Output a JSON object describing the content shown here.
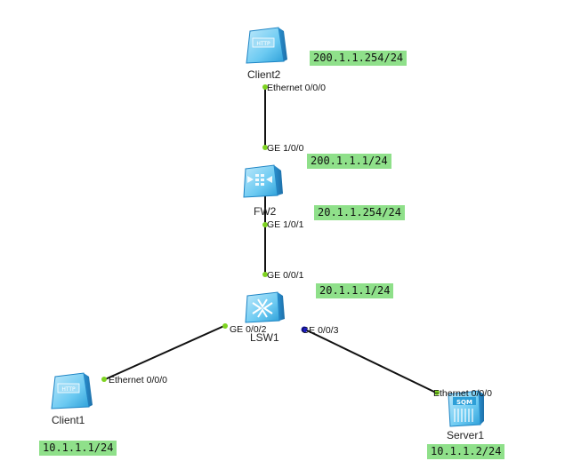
{
  "devices": {
    "client2": {
      "name": "Client2",
      "icon": "http-client-icon"
    },
    "fw2": {
      "name": "FW2",
      "icon": "firewall-icon"
    },
    "lsw1": {
      "name": "LSW1",
      "icon": "switch-icon"
    },
    "client1": {
      "name": "Client1",
      "icon": "http-client-icon"
    },
    "server1": {
      "name": "Server1",
      "icon": "server-icon"
    }
  },
  "ports": {
    "client2_eth": "Ethernet 0/0/0",
    "fw2_ge100": "GE 1/0/0",
    "fw2_ge101": "GE 1/0/1",
    "lsw1_ge001": "GE 0/0/1",
    "lsw1_ge002": "GE 0/0/2",
    "lsw1_ge003": "GE 0/0/3",
    "client1_eth": "Ethernet 0/0/0",
    "server1_eth": "Ethernet 0/0/0"
  },
  "ip_labels": {
    "client2": "200.1.1.254/24",
    "fw2_outside": "200.1.1.1/24",
    "fw2_inside": "20.1.1.254/24",
    "lsw1": "20.1.1.1/24",
    "client1": "10.1.1.1/24",
    "server1": "10.1.1.2/24"
  },
  "icon_text": {
    "http": "HTTP",
    "server": "SQM"
  },
  "colors": {
    "ip_label_bg": "#8fe08a",
    "port_up": "#7ed321",
    "port_other": "#1a1acc",
    "link": "#111111",
    "device_blue": "#3fb3ea"
  }
}
